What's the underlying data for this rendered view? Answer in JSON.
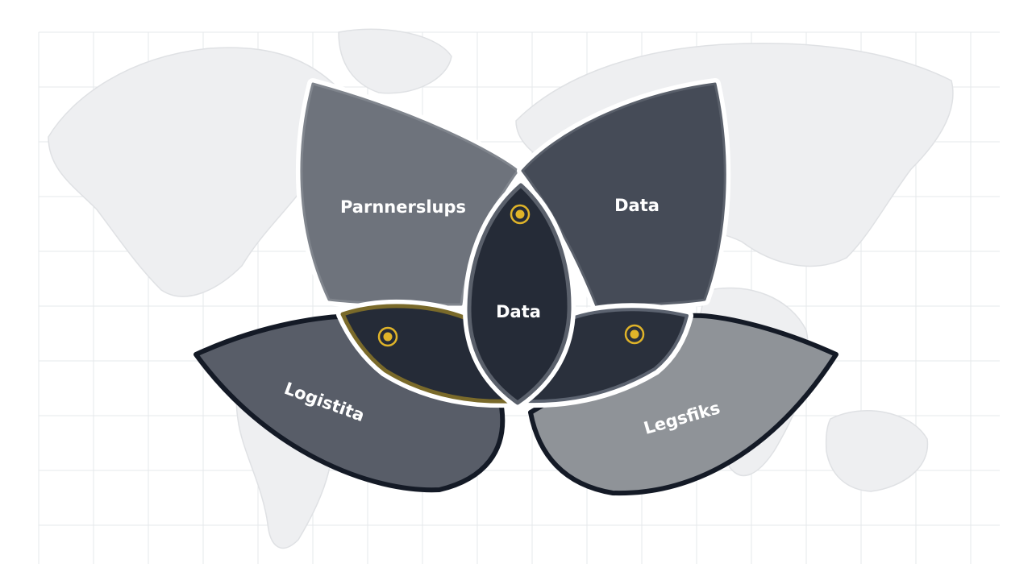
{
  "diagram": {
    "petals": [
      {
        "id": "top-left",
        "label": "Parnnerslups",
        "fill": "#6e737c"
      },
      {
        "id": "top-right",
        "label": "Data",
        "fill": "#454b57"
      },
      {
        "id": "center",
        "label": "Data",
        "fill": "#252b37"
      },
      {
        "id": "bottom-left",
        "label": "Logistita",
        "fill": "#585d68"
      },
      {
        "id": "bottom-right",
        "label": "Legsfiks",
        "fill": "#8f9398"
      }
    ],
    "accent_color": "#e0b429",
    "outline_color": "#1c2230",
    "background": {
      "type": "world-map-grid",
      "grid_color": "#e6e8eb",
      "land_color": "#eeeff1"
    }
  }
}
